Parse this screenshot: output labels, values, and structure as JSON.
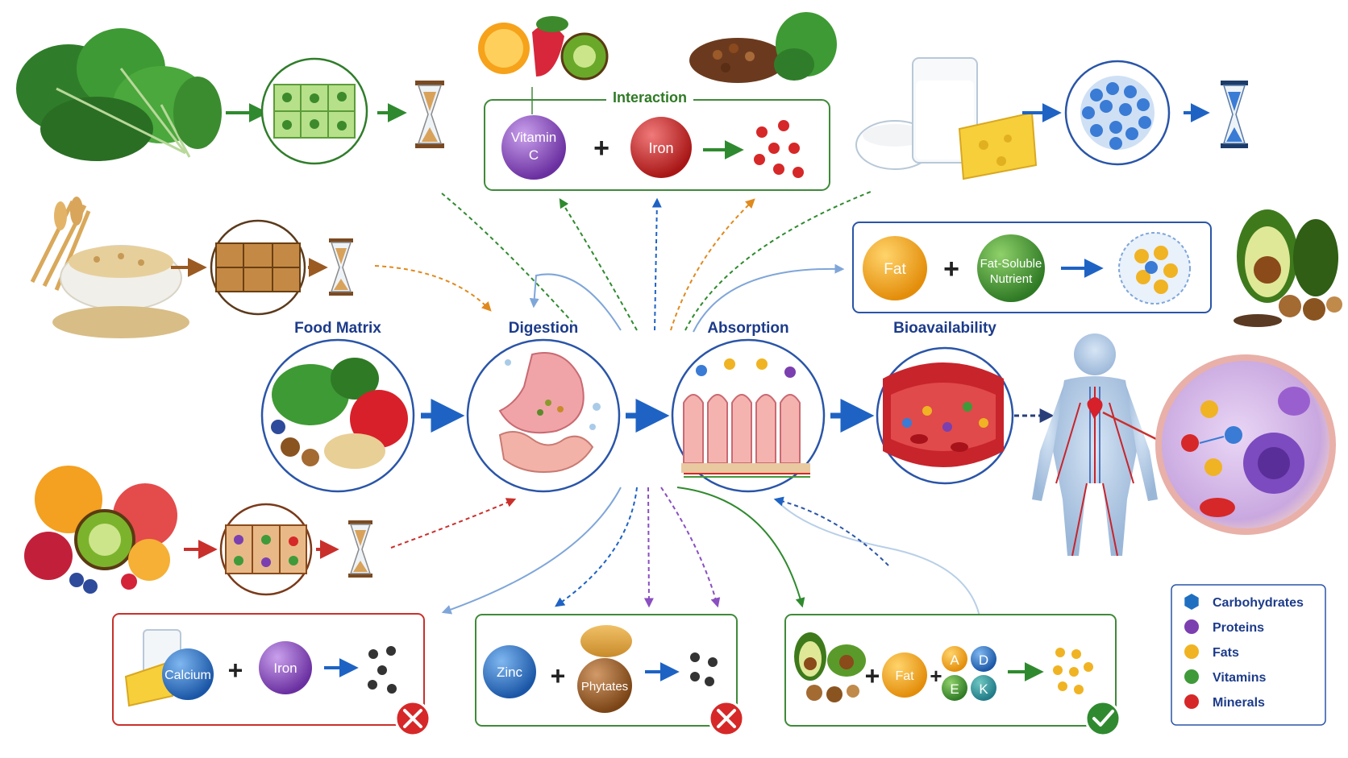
{
  "stages": {
    "food_matrix": "Food Matrix",
    "digestion": "Digestion",
    "absorption": "Absorption",
    "bioavailability": "Bioavailability"
  },
  "interaction": {
    "title": "Interaction",
    "left": "Vitamin C",
    "right": "Iron",
    "plus": "+"
  },
  "fat_box": {
    "left": "Fat",
    "right_line1": "Fat-Soluble",
    "right_line2": "Nutrient",
    "plus": "+"
  },
  "bottom_boxes": {
    "calcium_iron": {
      "left": "Calcium",
      "right": "Iron",
      "plus": "+"
    },
    "zinc_phytates": {
      "left": "Zinc",
      "right": "Phytates",
      "plus": "+"
    },
    "fat_vitamins": {
      "left": "Fat",
      "plus": "+",
      "vitamins": [
        "A",
        "D",
        "E",
        "K"
      ]
    }
  },
  "legend": [
    {
      "label": "Carbohydrates",
      "color": "#1f6fc1",
      "shape": "hexagon"
    },
    {
      "label": "Proteins",
      "color": "#7b3fb0",
      "shape": "circle"
    },
    {
      "label": "Fats",
      "color": "#f0b323",
      "shape": "circle"
    },
    {
      "label": "Vitamins",
      "color": "#3f9a3a",
      "shape": "circle"
    },
    {
      "label": "Minerals",
      "color": "#d62828",
      "shape": "circle"
    }
  ],
  "colors": {
    "stage_label": "#1c3b8a",
    "main_arrow": "#1e63c4",
    "green_box": "#3f8a3a",
    "red_box": "#c9302c",
    "blue_box": "#2a55a8"
  },
  "icons": [
    "hourglass-icon",
    "x-mark-icon",
    "check-mark-icon",
    "arrow-right-icon"
  ]
}
